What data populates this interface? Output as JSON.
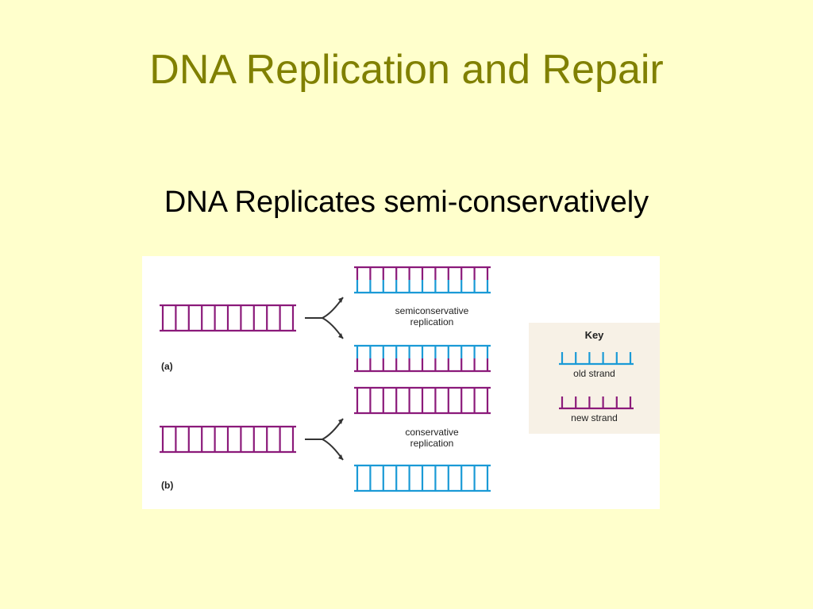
{
  "slide": {
    "title": "DNA Replication and Repair",
    "subtitle": "DNA Replicates semi-conservatively"
  },
  "figure": {
    "panel_a": {
      "letter": "(a)",
      "label_line1": "semiconservative",
      "label_line2": "replication"
    },
    "panel_b": {
      "letter": "(b)",
      "label_line1": "conservative",
      "label_line2": "replication"
    },
    "key": {
      "title": "Key",
      "old_label": "old strand",
      "new_label": "new strand"
    },
    "colors": {
      "old_strand": "#1a9ad6",
      "new_strand": "#8b1a7a"
    }
  }
}
